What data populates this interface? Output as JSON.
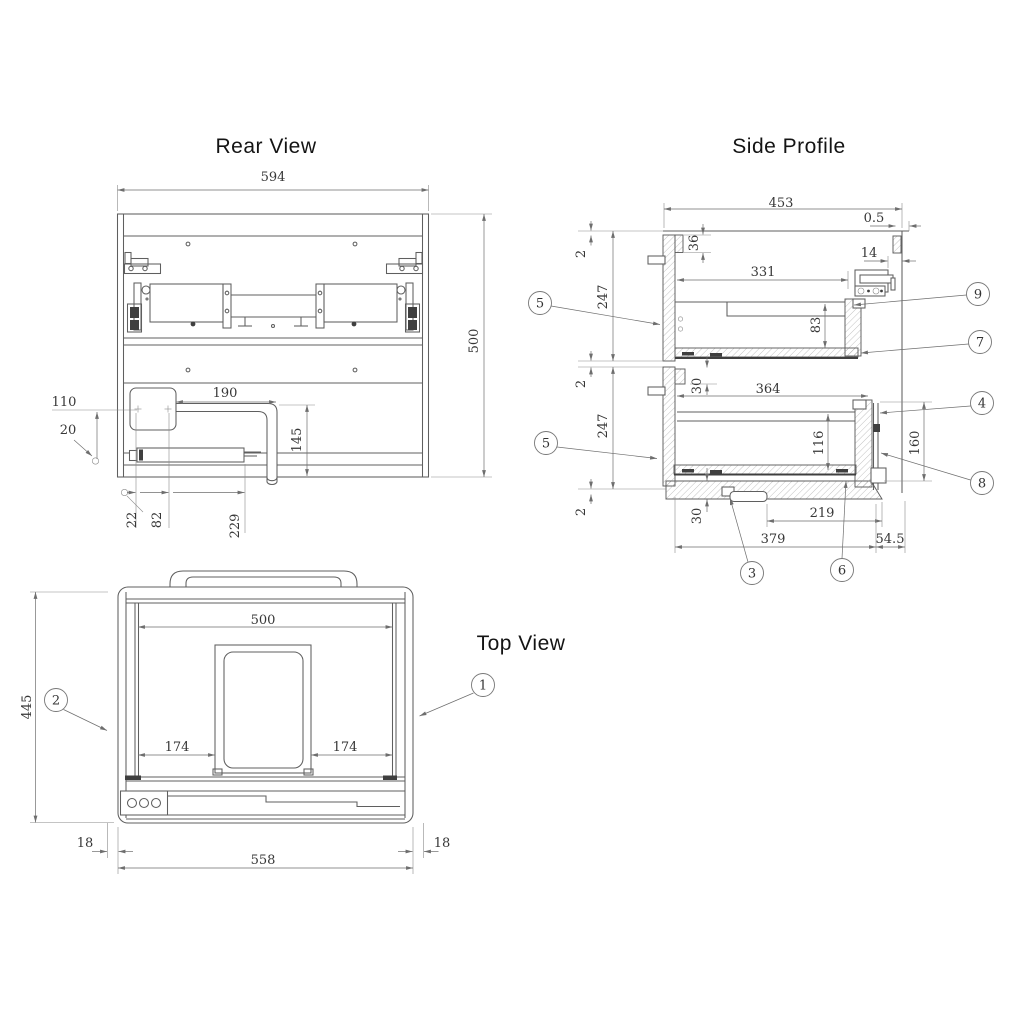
{
  "page": {
    "background": "#ffffff"
  },
  "colors": {
    "line": "#5f5f5f",
    "dimension": "#6e6e6e",
    "text": "#373737",
    "title": "#141414",
    "hatch": "#8f8f8f",
    "dark_fill": "#3f3f3f"
  },
  "views": {
    "rear": {
      "title": "Rear View",
      "dims": {
        "overall_width": "594",
        "overall_height": "500",
        "box_drop": "110",
        "edge_offset": "20",
        "pipe_offset": "190",
        "pipe_drop": "145",
        "run_22": "22",
        "run_82": "82",
        "run_229": "229"
      }
    },
    "side": {
      "title": "Side Profile",
      "dims": {
        "overall_depth": "453",
        "back_gap": "0.5",
        "top_rail": "36",
        "gap_top": "2",
        "upper_section": "247",
        "catch_offset": "14",
        "upper_drawer_depth": "331",
        "upper_drawer_height": "83",
        "gap_mid": "2",
        "mid_rail": "30",
        "lower_drawer_depth": "364",
        "lower_drawer_height": "116",
        "front_clearance": "160",
        "lower_section": "247",
        "gap_bottom": "2",
        "bottom_rail": "30",
        "trap_offset": "219",
        "base_depth": "379",
        "front_overhang": "54.5"
      }
    },
    "top": {
      "title": "Top View",
      "dims": {
        "overall_depth": "445",
        "inner_width": "500",
        "left_clear": "174",
        "right_clear": "174",
        "left_margin": "18",
        "right_margin": "18",
        "carcass_width": "558"
      }
    }
  },
  "callouts": {
    "c1": "1",
    "c2": "2",
    "c3": "3",
    "c4": "4",
    "c5": "5",
    "c6": "6",
    "c7": "7",
    "c8": "8",
    "c9": "9"
  }
}
